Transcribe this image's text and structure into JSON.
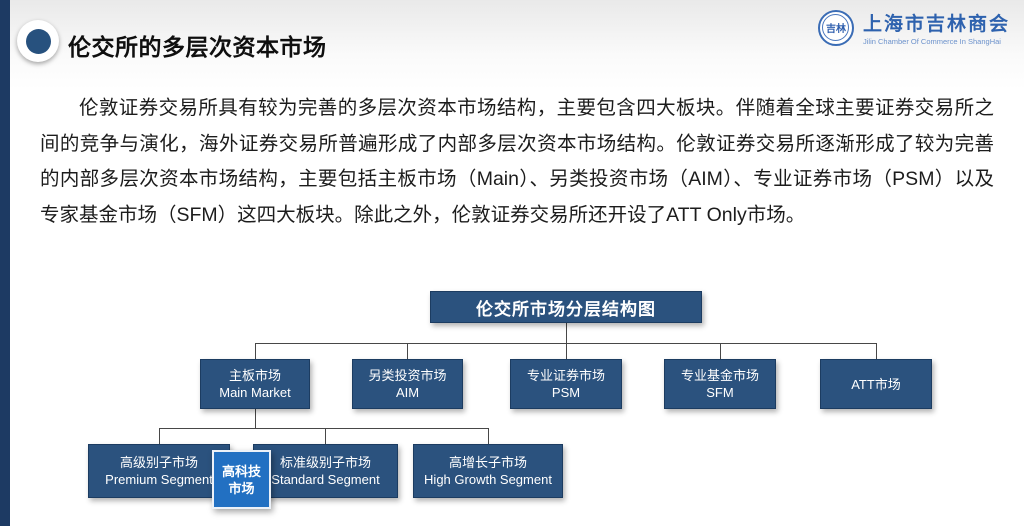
{
  "header": {
    "title": "伦交所的多层次资本市场",
    "logo": {
      "badge_text": "吉林",
      "org_zh": "上海市吉林商会",
      "org_en": "Jilin Chamber Of Commerce In ShangHai"
    }
  },
  "body_text": {
    "paragraph": "伦敦证券交易所具有较为完善的多层次资本市场结构，主要包含四大板块。伴随着全球主要证券交易所之间的竞争与演化，海外证券交易所普遍形成了内部多层次资本市场结构。伦敦证券交易所逐渐形成了较为完善的内部多层次资本市场结构，主要包括主板市场（Main）、另类投资市场（AIM）、专业证券市场（PSM）以及专家基金市场（SFM）这四大板块。除此之外，伦敦证券交易所还开设了ATT Only市场。"
  },
  "diagram": {
    "root": {
      "label": "伦交所市场分层结构图"
    },
    "level2": [
      {
        "zh": "主板市场",
        "en": "Main Market"
      },
      {
        "zh": "另类投资市场",
        "en": "AIM"
      },
      {
        "zh": "专业证券市场",
        "en": "PSM"
      },
      {
        "zh": "专业基金市场",
        "en": "SFM"
      },
      {
        "zh": "ATT市场",
        "en": ""
      }
    ],
    "level3": [
      {
        "zh": "高级别子市场",
        "en": "Premium Segment"
      },
      {
        "zh": "标准级别子市场",
        "en": "Standard Segment"
      },
      {
        "zh": "高增长子市场",
        "en": "High Growth Segment"
      }
    ],
    "highlight": {
      "line1": "高科技",
      "line2": "市场"
    },
    "colors": {
      "box_fill": "#2b527e",
      "box_border": "#1c3c61",
      "highlight_fill": "#2270c2",
      "left_bar": "#1d3a63",
      "bullet": "#27517e",
      "logo_blue": "#2e62ae",
      "connector": "#474747"
    }
  }
}
